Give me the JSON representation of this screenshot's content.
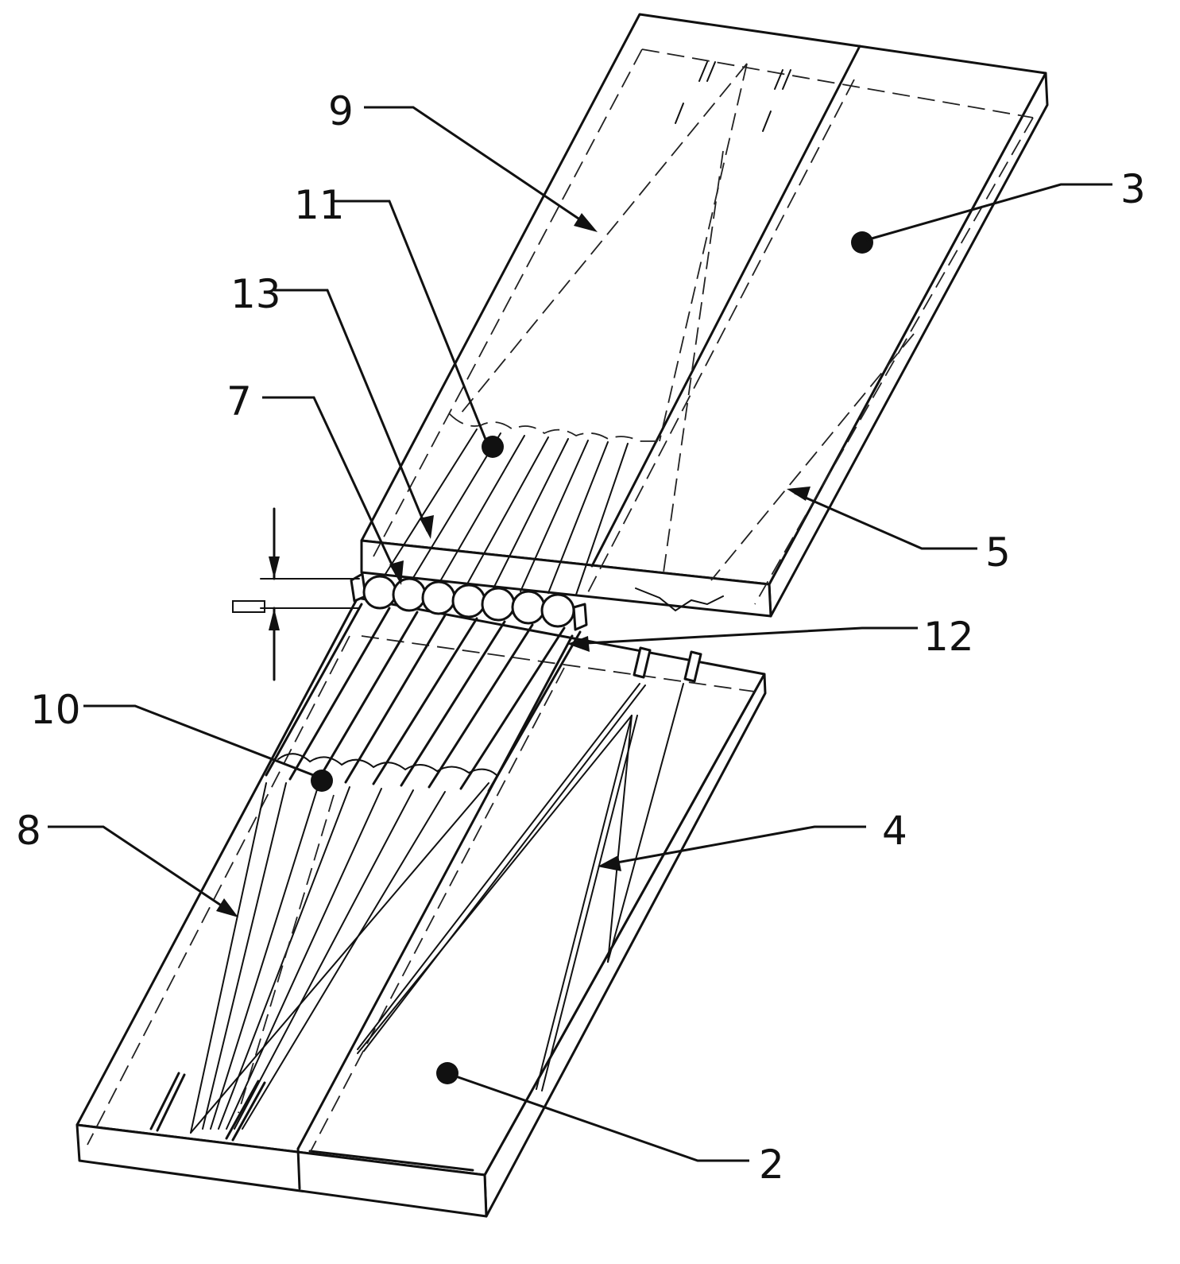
{
  "callouts": {
    "c2": "2",
    "c3": "3",
    "c4": "4",
    "c5": "5",
    "c7": "7",
    "c8": "8",
    "c9": "9",
    "c10": "10",
    "c11": "11",
    "c12": "12",
    "c13": "13"
  },
  "colors": {
    "line": "#111111",
    "background": "#ffffff"
  }
}
